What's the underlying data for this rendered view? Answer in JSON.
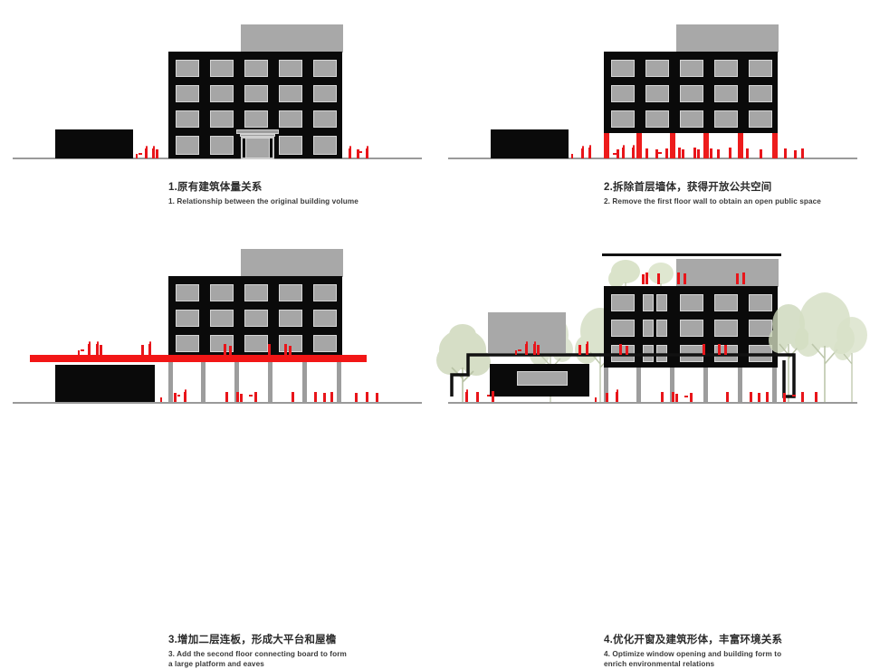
{
  "document": {
    "title": "Architectural Design Concept Diagram — Building Transformation Steps",
    "type": "architectural-elevation-diagram",
    "background_color": "#ffffff",
    "accent_color": "#e8151a",
    "mass_color": "#0a0a0a",
    "window_color": "#a6a6a6",
    "ground_color": "#9a9a9a"
  },
  "panels": [
    {
      "id": "panel-1",
      "number": "1",
      "caption_cn": "1.原有建筑体量关系",
      "caption_en_lines": [
        "1. Relationship between the original building volume"
      ],
      "stage": "original-volume",
      "features": {
        "building_floors": 4,
        "window_columns": 5,
        "window_rows": 4,
        "ground_floor_open": false,
        "has_entrance_portal": true,
        "has_roof_volume": true,
        "has_left_block": true,
        "has_red_columns": false,
        "has_platform_slab": false,
        "has_trees": false
      }
    },
    {
      "id": "panel-2",
      "number": "2",
      "caption_cn": "2.拆除首层墙体，获得开放公共空间",
      "caption_en_lines": [
        "2. Remove the first floor wall to obtain an open public space"
      ],
      "stage": "remove-ground-floor-wall",
      "features": {
        "building_floors": 4,
        "window_columns": 5,
        "window_rows": 3,
        "ground_floor_open": true,
        "has_entrance_portal": false,
        "has_roof_volume": true,
        "has_left_block": true,
        "has_red_columns": true,
        "red_column_count": 6,
        "has_platform_slab": false,
        "has_trees": false
      }
    },
    {
      "id": "panel-3",
      "number": "3",
      "caption_cn": "3.增加二层连板，形成大平台和屋檐",
      "caption_en_lines": [
        "3. Add the second floor connecting board to form",
        "a large platform and eaves"
      ],
      "stage": "add-second-floor-platform",
      "features": {
        "building_floors": 4,
        "window_columns": 5,
        "window_rows": 3,
        "ground_floor_open": true,
        "has_entrance_portal": false,
        "has_roof_volume": true,
        "has_left_block": true,
        "has_red_columns": false,
        "support_column_count": 6,
        "has_platform_slab": true,
        "platform_slab_color": "#f21616",
        "has_trees": false
      }
    },
    {
      "id": "panel-4",
      "number": "4",
      "caption_cn": "4.优化开窗及建筑形体，丰富环境关系",
      "caption_en_lines": [
        "4. Optimize window opening and building form to",
        "enrich environmental relations"
      ],
      "stage": "optimize-windows-and-form",
      "features": {
        "building_floors": 4,
        "window_columns": 5,
        "window_rows": 3,
        "split_window_column": 2,
        "ground_floor_open": true,
        "has_entrance_portal": false,
        "has_roof_volume": true,
        "has_roofline": true,
        "has_left_block": true,
        "left_block_has_window": true,
        "has_red_columns": false,
        "support_column_count": 6,
        "has_platform_slab": true,
        "platform_slab_color": "#111111",
        "platform_slab_style": "outline",
        "has_trees": true,
        "tree_count": 7
      }
    }
  ]
}
